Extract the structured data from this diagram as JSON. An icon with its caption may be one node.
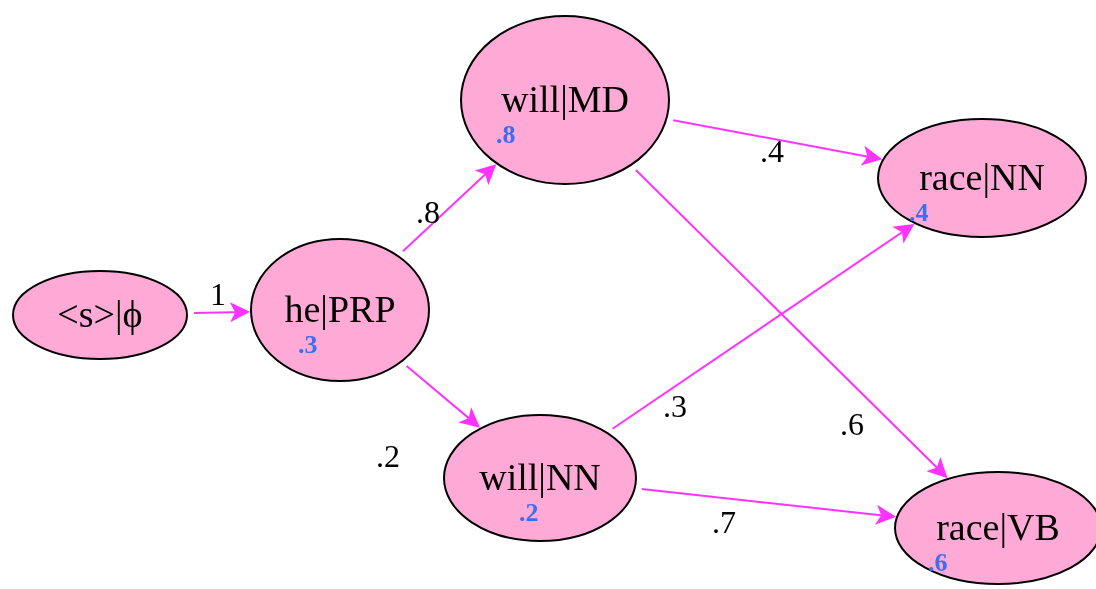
{
  "diagram": {
    "nodes": [
      {
        "text": [
          "<s>|ϕ"
        ]
      },
      {
        "text": [
          "he|PRP",
          ".3"
        ]
      },
      {
        "text": [
          "will|MD",
          ".8"
        ]
      },
      {
        "text": [
          "will|NN",
          ".2"
        ]
      },
      {
        "text": [
          "race|NN",
          ".4"
        ]
      },
      {
        "text": [
          "race|VB",
          ".6"
        ]
      }
    ],
    "edges": [
      {
        "from": 0,
        "to": 1,
        "arrow": "to",
        "label": "1"
      },
      {
        "from": 1,
        "to": 2,
        "arrow": "to",
        "label": ".8"
      },
      {
        "from": 1,
        "to": 3,
        "arrow": "to",
        "label": ".2"
      },
      {
        "from": 2,
        "to": 4,
        "arrow": "to",
        "label": ".4"
      },
      {
        "from": 2,
        "to": 5,
        "arrow": "to",
        "label": ".6"
      },
      {
        "from": 3,
        "to": 4,
        "arrow": "to",
        "label": ".3"
      },
      {
        "from": 3,
        "to": 5,
        "arrow": "to",
        "label": ".7"
      }
    ]
  }
}
